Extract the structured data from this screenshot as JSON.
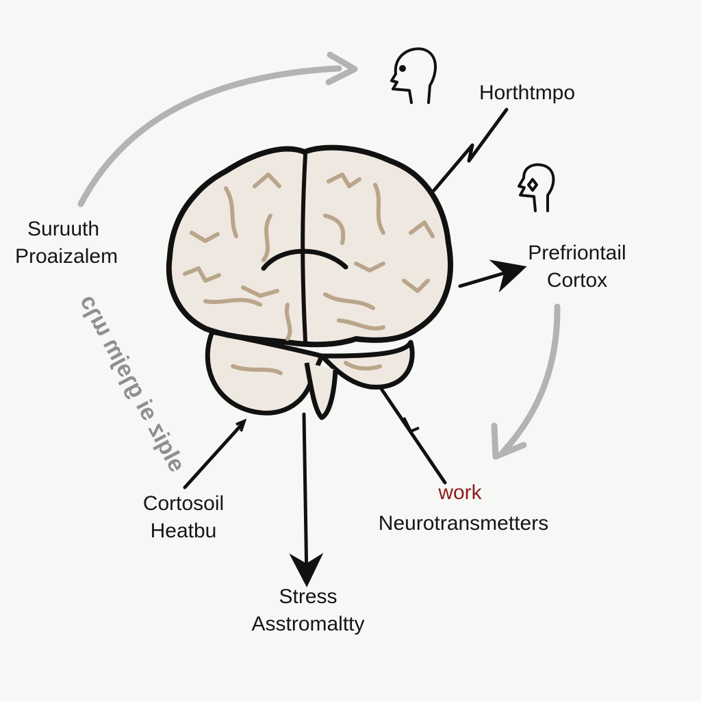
{
  "labels": {
    "top_right": "Horthtmpo",
    "left_line1": "Suruuth",
    "left_line2": "Proaizalem",
    "right_line1": "Prefriontail",
    "right_line2": "Cortox",
    "bottom_left_line1": "Cortosoil",
    "bottom_left_line2": "Heatbu",
    "bottom_center_line1": "Stress",
    "bottom_center_line2": "Asstromaltty",
    "bottom_right_accent": "work",
    "bottom_right_line": "Neurotransmetters",
    "rotated_left": "ɘlqiz ɘi ɡɿɘjm ɯɿɔ"
  },
  "colors": {
    "brain_fill": "#efe8e1",
    "brain_stroke": "#111111",
    "fold_color": "#b9a58a",
    "cycle_arrow": "#b0b0b0",
    "accent": "#8e1b1b"
  },
  "icons": [
    "head-profile-icon",
    "head-profile-diamond-icon"
  ]
}
